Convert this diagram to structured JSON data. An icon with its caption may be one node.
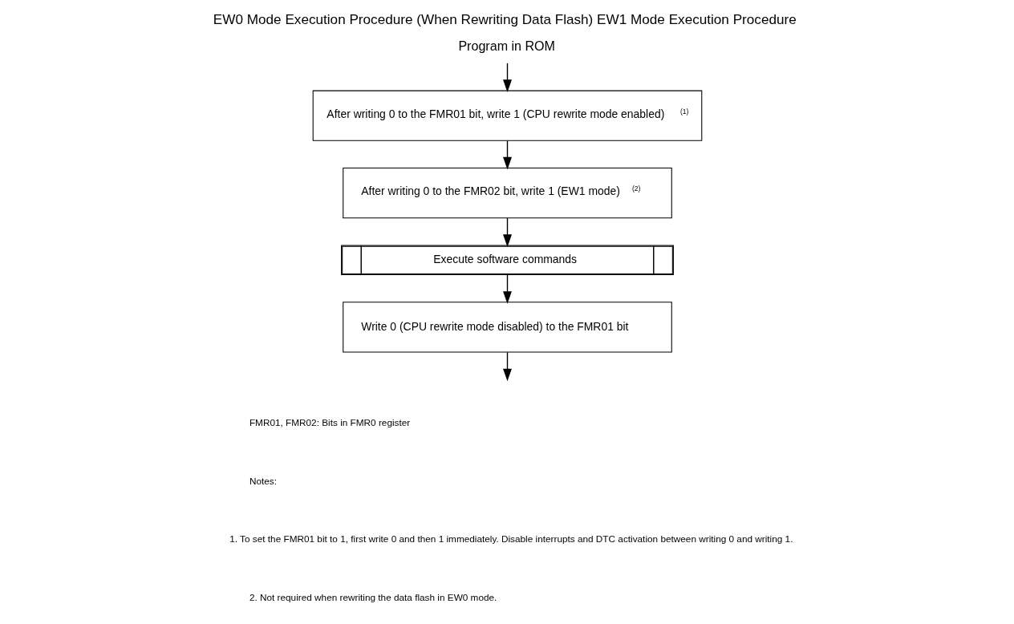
{
  "diagram": {
    "title": "EW0 Mode Execution Procedure (When Rewriting Data Flash) EW1 Mode Execution Procedure",
    "nodes": [
      {
        "text": [
          "Program in ROM"
        ]
      },
      {
        "text": [
          "After writing 0 to the FMR01 bit, write 1 (CPU rewrite mode enabled) $^{(1)}$"
        ]
      },
      {
        "text": [
          "After writing 0 to the FMR02 bit, write 1 (EW1 mode) $^{(2)}$"
        ]
      },
      {
        "text": [
          "Execute software commands"
        ]
      },
      {
        "text": [
          "Write 0 (CPU rewrite mode disabled) to the FMR01 bit"
        ]
      }
    ],
    "edges": [
      {
        "from": 0,
        "to": 1,
        "arrow": "to"
      },
      {
        "from": 1,
        "to": 2,
        "arrow": "to"
      },
      {
        "from": 2,
        "to": 3,
        "arrow": "to"
      },
      {
        "from": 3,
        "to": 4,
        "arrow": "to"
      },
      {
        "from": 4,
        "to": null,
        "arrow": "to"
      }
    ],
    "labels": [
      "FMR01, FMR02: Bits in FMR0 register",
      "Notes:",
      "1. To set the FMR01 bit to 1, first write 0 and then 1 immediately. Disable interrupts and DTC activation between writing 0 and writing 1.",
      "2. Not required when rewriting the data flash in EW0 mode."
    ]
  }
}
